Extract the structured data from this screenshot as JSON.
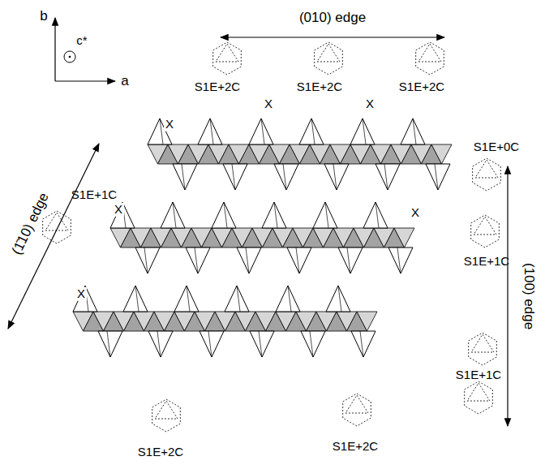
{
  "diagram": {
    "labels": [
      "b",
      "c*",
      "a",
      "(010) edge",
      "S1E+2C",
      "S1E+2C",
      "S1E+2C",
      "X",
      "X",
      "X",
      "S1E+0C",
      "(1̄10) edge",
      "S1E+1C",
      "X",
      "X",
      "X",
      "(100) edge",
      "S1E+1C",
      "S1E+1C",
      "S1E+2C",
      "S1E+2C"
    ]
  }
}
